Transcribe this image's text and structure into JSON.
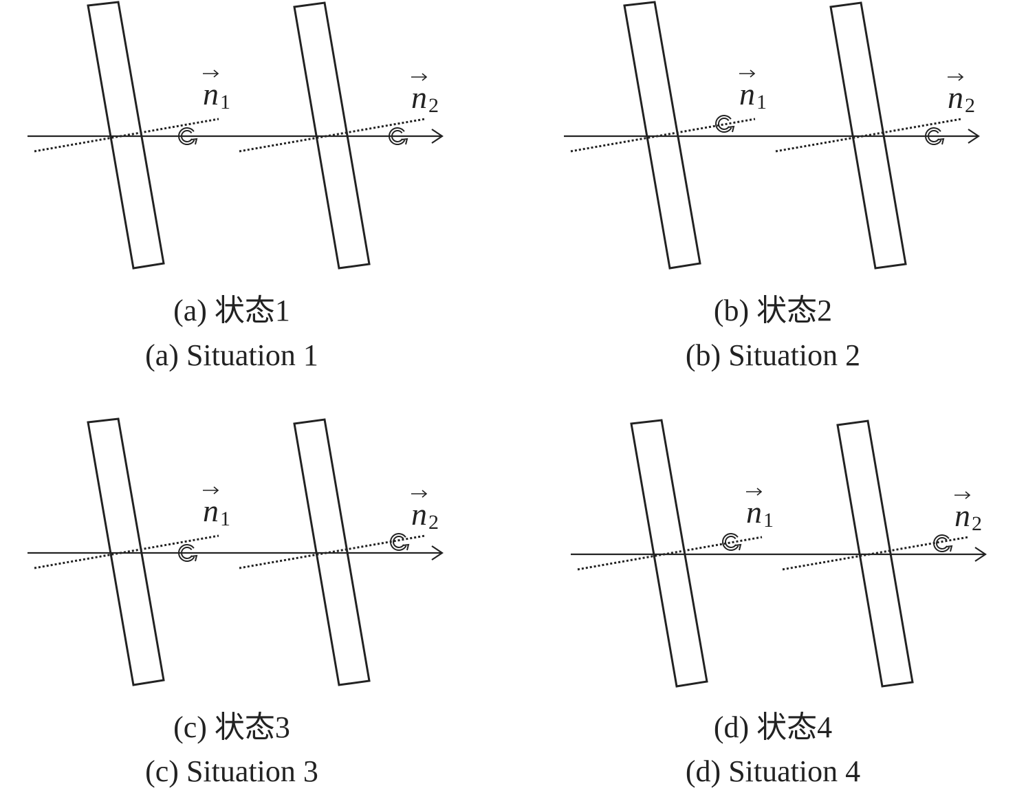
{
  "colors": {
    "ink": "#222222",
    "background": "#ffffff"
  },
  "vector_labels": {
    "n1_base": "n",
    "n1_sub": "1",
    "n2_base": "n",
    "n2_sub": "2"
  },
  "panels": [
    {
      "id": "a",
      "caption_cn": "(a) 状态1",
      "caption_en": "(a) Situation 1",
      "rotation1_on": "axis",
      "rotation2_on": "axis"
    },
    {
      "id": "b",
      "caption_cn": "(b) 状态2",
      "caption_en": "(b) Situation 2",
      "rotation1_on": "normal",
      "rotation2_on": "axis"
    },
    {
      "id": "c",
      "caption_cn": "(c) 状态3",
      "caption_en": "(c) Situation 3",
      "rotation1_on": "axis",
      "rotation2_on": "normal"
    },
    {
      "id": "d",
      "caption_cn": "(d) 状态4",
      "caption_en": "(d) Situation 4",
      "rotation1_on": "normal",
      "rotation2_on": "normal"
    }
  ]
}
